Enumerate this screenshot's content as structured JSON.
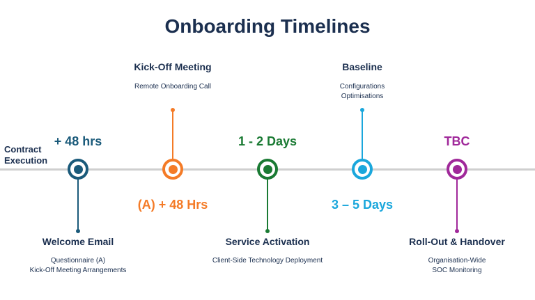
{
  "title": "Onboarding Timelines",
  "start_label": [
    "Contract",
    "Execution"
  ],
  "stages": [
    {
      "color": "#1a5a7a",
      "duration": "+ 48 hrs",
      "heading": "Welcome Email",
      "details": [
        "Questionnaire (A)",
        "Kick-Off Meeting Arrangements"
      ]
    },
    {
      "color": "#f47b27",
      "duration": "(A) + 48 Hrs",
      "heading": "Kick-Off Meeting",
      "details": [
        "Remote Onboarding Call"
      ]
    },
    {
      "color": "#1a7a33",
      "duration": "1 - 2 Days",
      "heading": "Service Activation",
      "details": [
        "Client-Side Technology Deployment"
      ]
    },
    {
      "color": "#1aa7dc",
      "duration": "3 – 5 Days",
      "heading": "Baseline",
      "details": [
        "Configurations",
        "Optimisations"
      ]
    },
    {
      "color": "#a0289a",
      "duration": "TBC",
      "heading": "Roll-Out & Handover",
      "details": [
        "Organisation-Wide",
        "SOC Monitoring"
      ]
    }
  ]
}
